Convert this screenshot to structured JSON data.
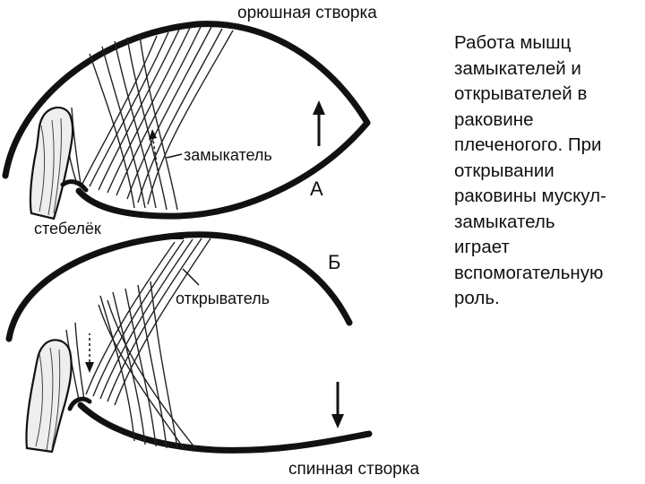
{
  "labels": {
    "top_valve": "орюшная створка",
    "closer_muscle": "замыкатель",
    "panel_a": "А",
    "stalk": "стебелёк",
    "panel_b": "Б",
    "opener_muscle": "открыватель",
    "bottom_valve": "спинная створка"
  },
  "caption": {
    "lines": [
      "Работа мышц",
      "замыкателей и",
      "открывателей в",
      "раковине",
      "плеченогого. При",
      "открывании",
      "раковины мускул-",
      "замыкатель",
      "играет",
      "вспомогательную",
      "роль."
    ]
  },
  "colors": {
    "ink": "#111111",
    "stalk_fill": "#eeeeee",
    "background": "#ffffff"
  }
}
